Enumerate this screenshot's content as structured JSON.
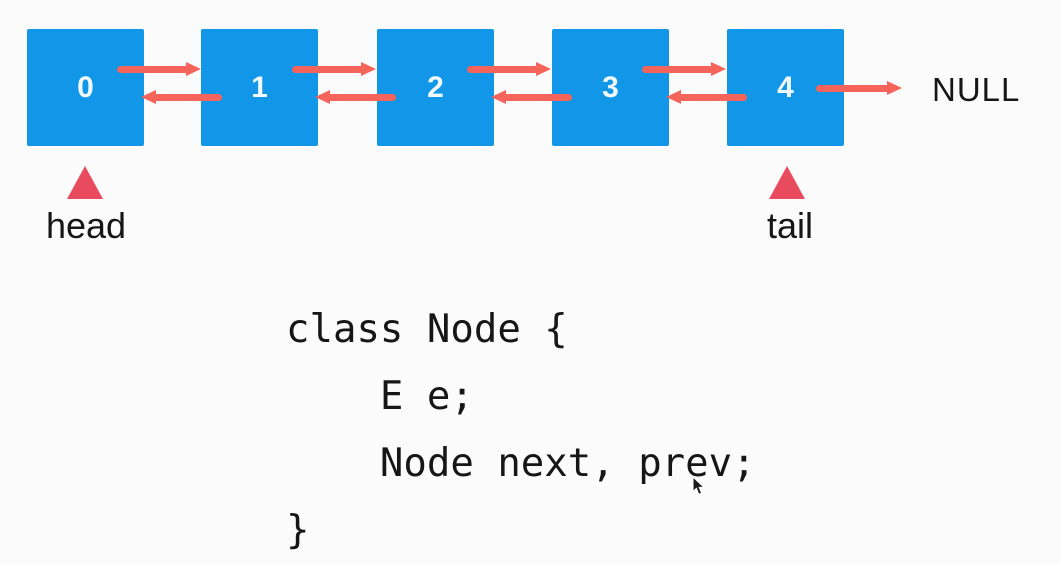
{
  "colors": {
    "background": "#fbfbfb",
    "node_blue": "#1296e8",
    "arrow_red": "#f5645b",
    "pointer_red": "#e94b5e",
    "label_dark": "#161616",
    "node_label_white": "#f0f9fe"
  },
  "diagram": {
    "nodes": [
      {
        "label": "0"
      },
      {
        "label": "1"
      },
      {
        "label": "2"
      },
      {
        "label": "3"
      },
      {
        "label": "4"
      }
    ],
    "head_label": "head",
    "tail_label": "tail",
    "null_label": "NULL"
  },
  "code": {
    "lines": [
      "class Node {",
      "    E e;",
      "    Node next, prev;",
      "}"
    ]
  }
}
